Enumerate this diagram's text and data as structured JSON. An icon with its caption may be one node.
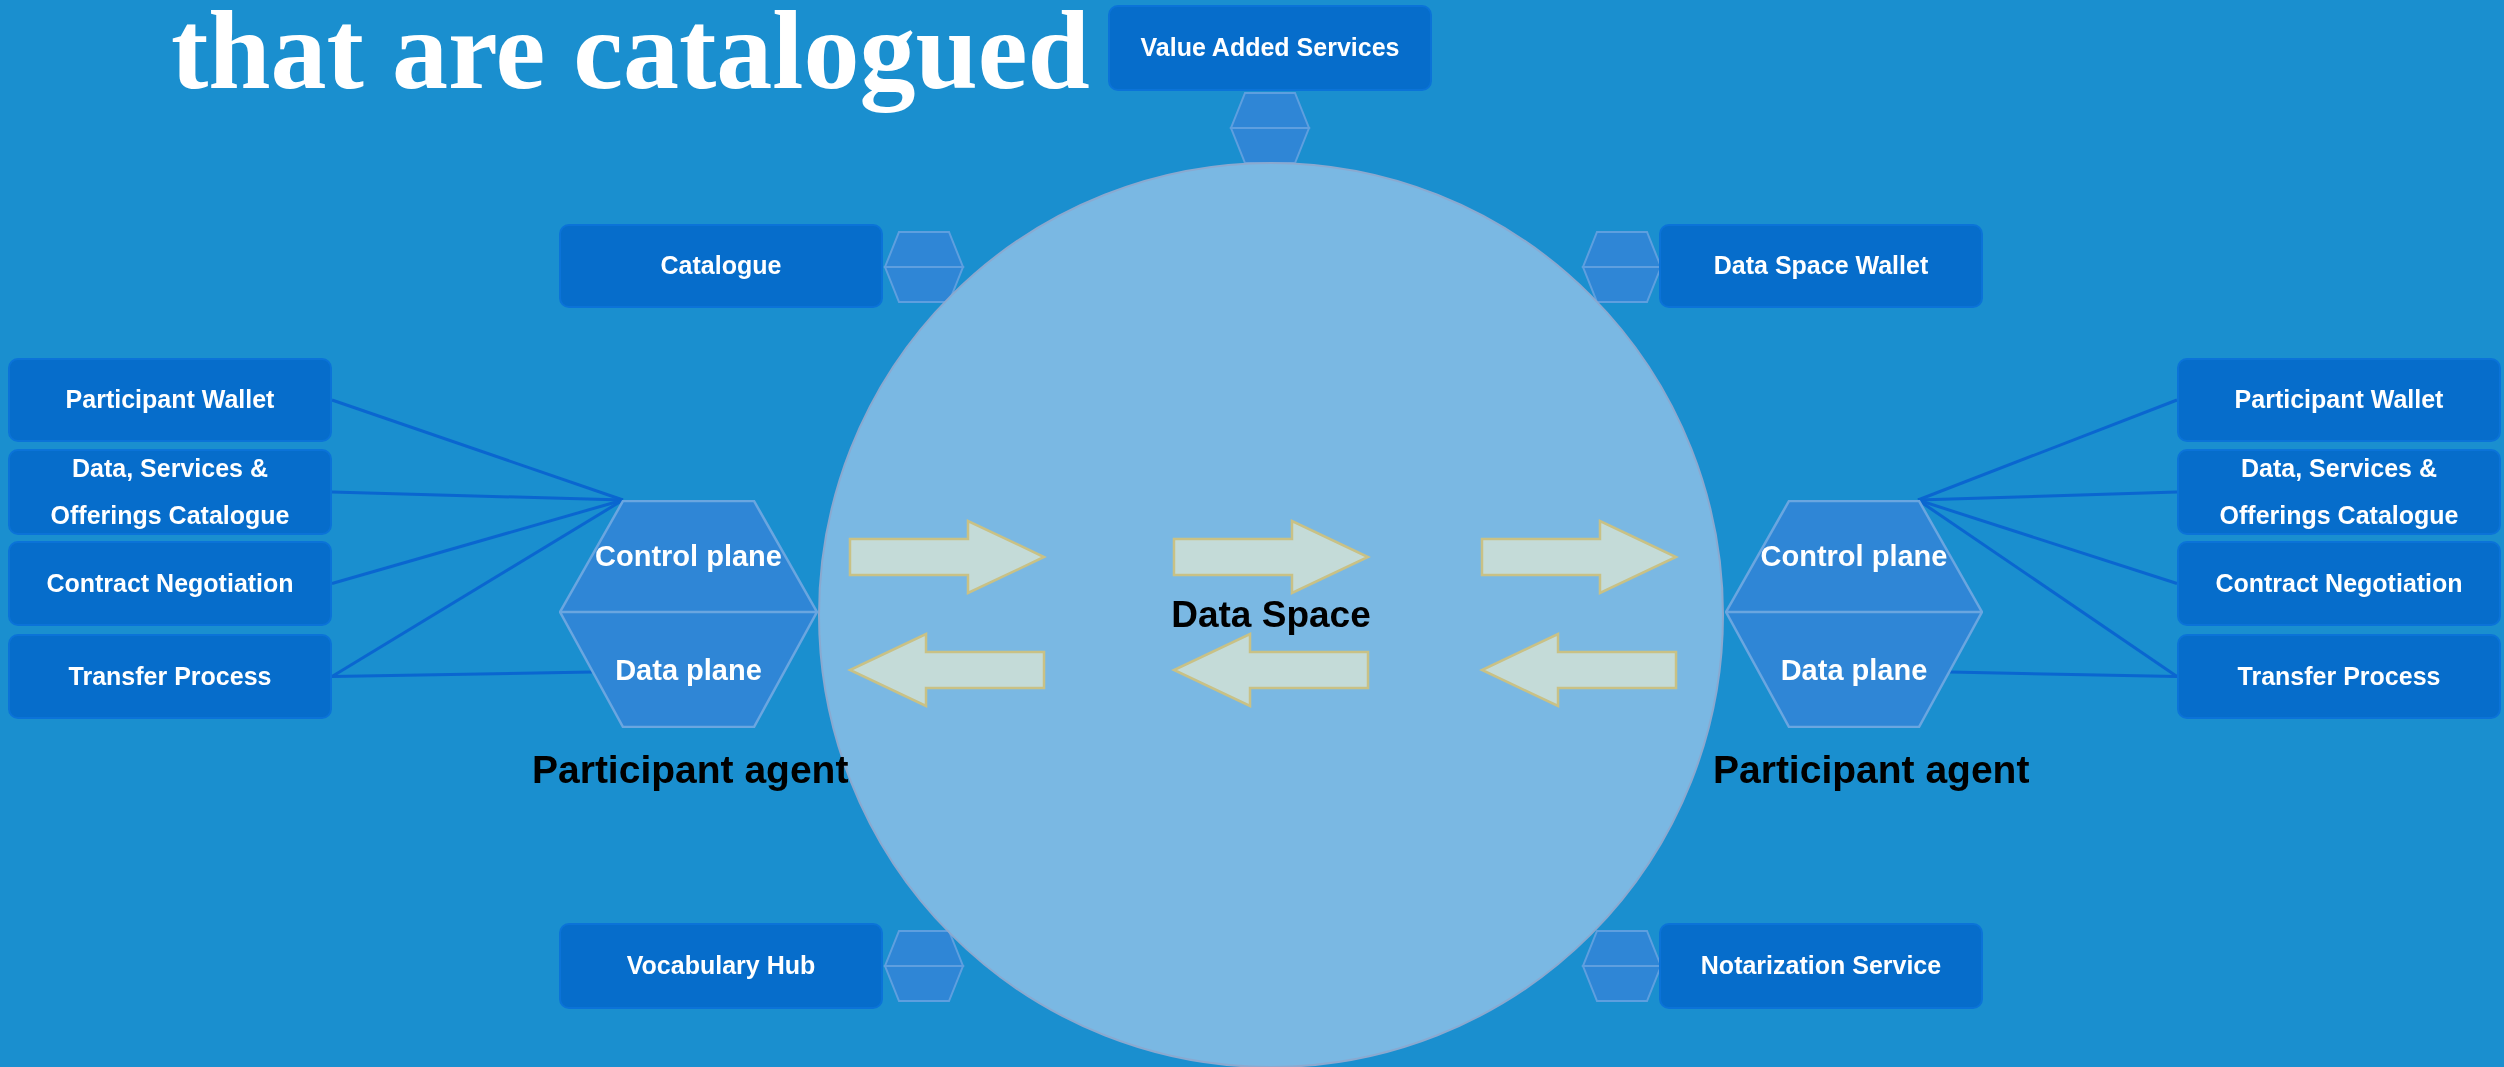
{
  "diagram": {
    "title": "that are catalogued",
    "nodes": [
      {
        "text": [
          "Value Added Services"
        ]
      },
      {
        "text": [
          "Catalogue"
        ]
      },
      {
        "text": [
          "Data Space Wallet"
        ]
      },
      {
        "text": [
          "Participant Wallet"
        ]
      },
      {
        "text": [
          "Data, Services & Offerings Catalogue"
        ]
      },
      {
        "text": [
          "Contract Negotiation"
        ]
      },
      {
        "text": [
          "Transfer Process"
        ]
      },
      {
        "text": [
          "Control plane"
        ]
      },
      {
        "text": [
          "Data plane"
        ]
      },
      {
        "text": [
          "Data Space"
        ]
      },
      {
        "text": [
          "Control plane"
        ]
      },
      {
        "text": [
          "Data plane"
        ]
      },
      {
        "text": [
          "Participant Wallet"
        ]
      },
      {
        "text": [
          "Data, Services & Offerings Catalogue"
        ]
      },
      {
        "text": [
          "Contract Negotiation"
        ]
      },
      {
        "text": [
          "Transfer Process"
        ]
      },
      {
        "text": [
          "Vocabulary Hub"
        ]
      },
      {
        "text": [
          "Notarization Service"
        ]
      }
    ],
    "edges": [
      {
        "from": 3,
        "to": 7,
        "arrow": "none"
      },
      {
        "from": 4,
        "to": 7,
        "arrow": "none"
      },
      {
        "from": 5,
        "to": 7,
        "arrow": "none"
      },
      {
        "from": 6,
        "to": 7,
        "arrow": "none"
      },
      {
        "from": 6,
        "to": 8,
        "arrow": "none"
      },
      {
        "from": 12,
        "to": 10,
        "arrow": "none"
      },
      {
        "from": 13,
        "to": 10,
        "arrow": "none"
      },
      {
        "from": 14,
        "to": 10,
        "arrow": "none"
      },
      {
        "from": 15,
        "to": 10,
        "arrow": "none"
      },
      {
        "from": 15,
        "to": 11,
        "arrow": "none"
      }
    ],
    "labels": [
      "Participant agent",
      "Participant agent"
    ]
  }
}
